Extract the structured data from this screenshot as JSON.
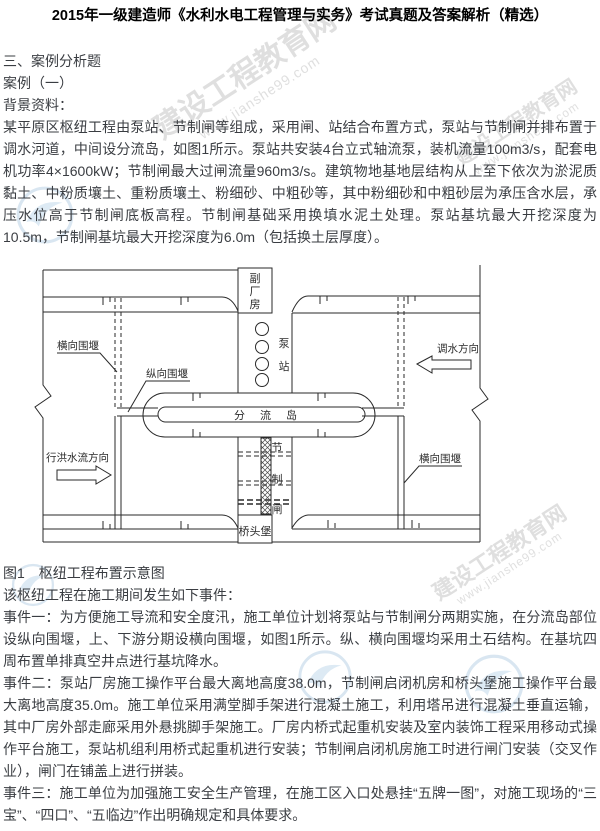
{
  "page": {
    "title": "2015年一级建造师《水利水电工程管理与实务》考试真题及答案解析（精选）",
    "section_heading": "三、案例分析题",
    "case_heading": "案例（一）",
    "background_label": "背景资料：",
    "background_text": "某平原区枢纽工程由泵站、节制闸等组成，采用闸、站结合布置方式，泵站与节制闸并排布置于调水河道，中间设分流岛，如图1所示。泵站共安装4台立式轴流泵，装机流量100m3/s，配套电机功率4×1600kW；节制闸最大过闸流量960m3/s。建筑物地基地层结构从上至下依次为淤泥质黏土、中粉质壤土、重粉质壤土、粉细砂、中粗砂等，其中粉细砂和中粗砂层为承压含水层，承压水位高于节制闸底板高程。节制闸基础采用换填水泥土处理。泵站基坑最大开挖深度为10.5m，节制闸基坑最大开挖深度为6.0m（包括换土层厚度）。",
    "figure_caption": "图1　枢纽工程布置示意图",
    "events_intro": "该枢纽工程在施工期间发生如下事件：",
    "event1": "事件一：为方便施工导流和安全度汛，施工单位计划将泵站与节制闸分两期实施，在分流岛部位设纵向围堰，上、下游分期设横向围堰，如图1所示。纵、横向围堰均采用土石结构。在基坑四周布置单排真空井点进行基坑降水。",
    "event2": "事件二：泵站厂房施工操作平台最大离地高度38.0m，节制闸启闭机房和桥头堡施工操作平台最大离地高度35.0m。施工单位采用满堂脚手架进行混凝土施工，利用塔吊进行混凝土垂直运输，其中厂房外部走廊采用外悬挑脚手架施工。厂房内桥式起重机安装及室内装饰工程采用移动式操作平台施工，泵站机组利用桥式起重机进行安装；节制闸启闭机房施工时进行闸门安装（交叉作业），闸门在铺盖上进行拼装。",
    "event3": "事件三：施工单位为加强施工安全生产管理，在施工区入口处悬挂“五牌一图”，对施工现场的“三宝”、“四口”、“五临边”作出明确规定和具体要求。"
  },
  "diagram": {
    "labels": {
      "aux_house": "副厂房",
      "pump_station": "泵站",
      "diversion_island": "分流岛",
      "control_gate": "节制闸",
      "bridgehead": "桥头堡",
      "transverse_cofferdam": "横向围堰",
      "longitudinal_cofferdam": "纵向围堰",
      "water_transfer_direction": "调水方向",
      "flood_flow_direction": "行洪水流方向"
    },
    "pump_unit_count": 4
  },
  "watermark": {
    "site_name": "建设工程教育网",
    "site_url": "www.jianshe99.com"
  },
  "colors": {
    "text": "#3a3d42",
    "line": "#2a2a2a",
    "watermark_gray": "#c6c6c6",
    "watermark_blue": "#b5cfe4"
  }
}
